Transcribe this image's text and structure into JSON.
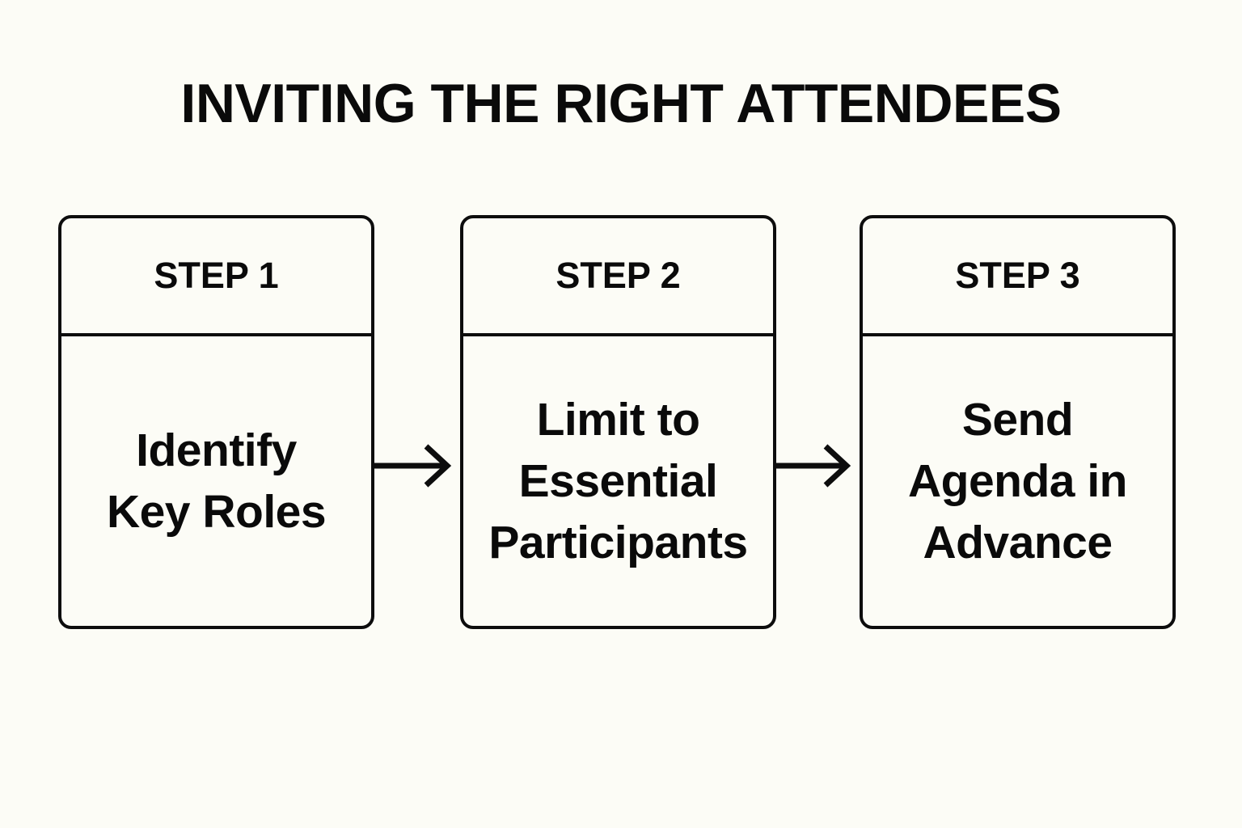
{
  "page": {
    "title": "INVITING THE RIGHT ATTENDEES",
    "background_color": "#fcfcf6",
    "ink_color": "#0d0d0d"
  },
  "flow": {
    "type": "3-step horizontal process flow",
    "connector_icon": "arrow-right-icon",
    "steps": [
      {
        "header": "STEP 1",
        "body": "Identify\nKey Roles"
      },
      {
        "header": "STEP 2",
        "body": "Limit to\nEssential\nParticipants"
      },
      {
        "header": "STEP 3",
        "body": "Send\nAgenda in\nAdvance"
      }
    ]
  }
}
